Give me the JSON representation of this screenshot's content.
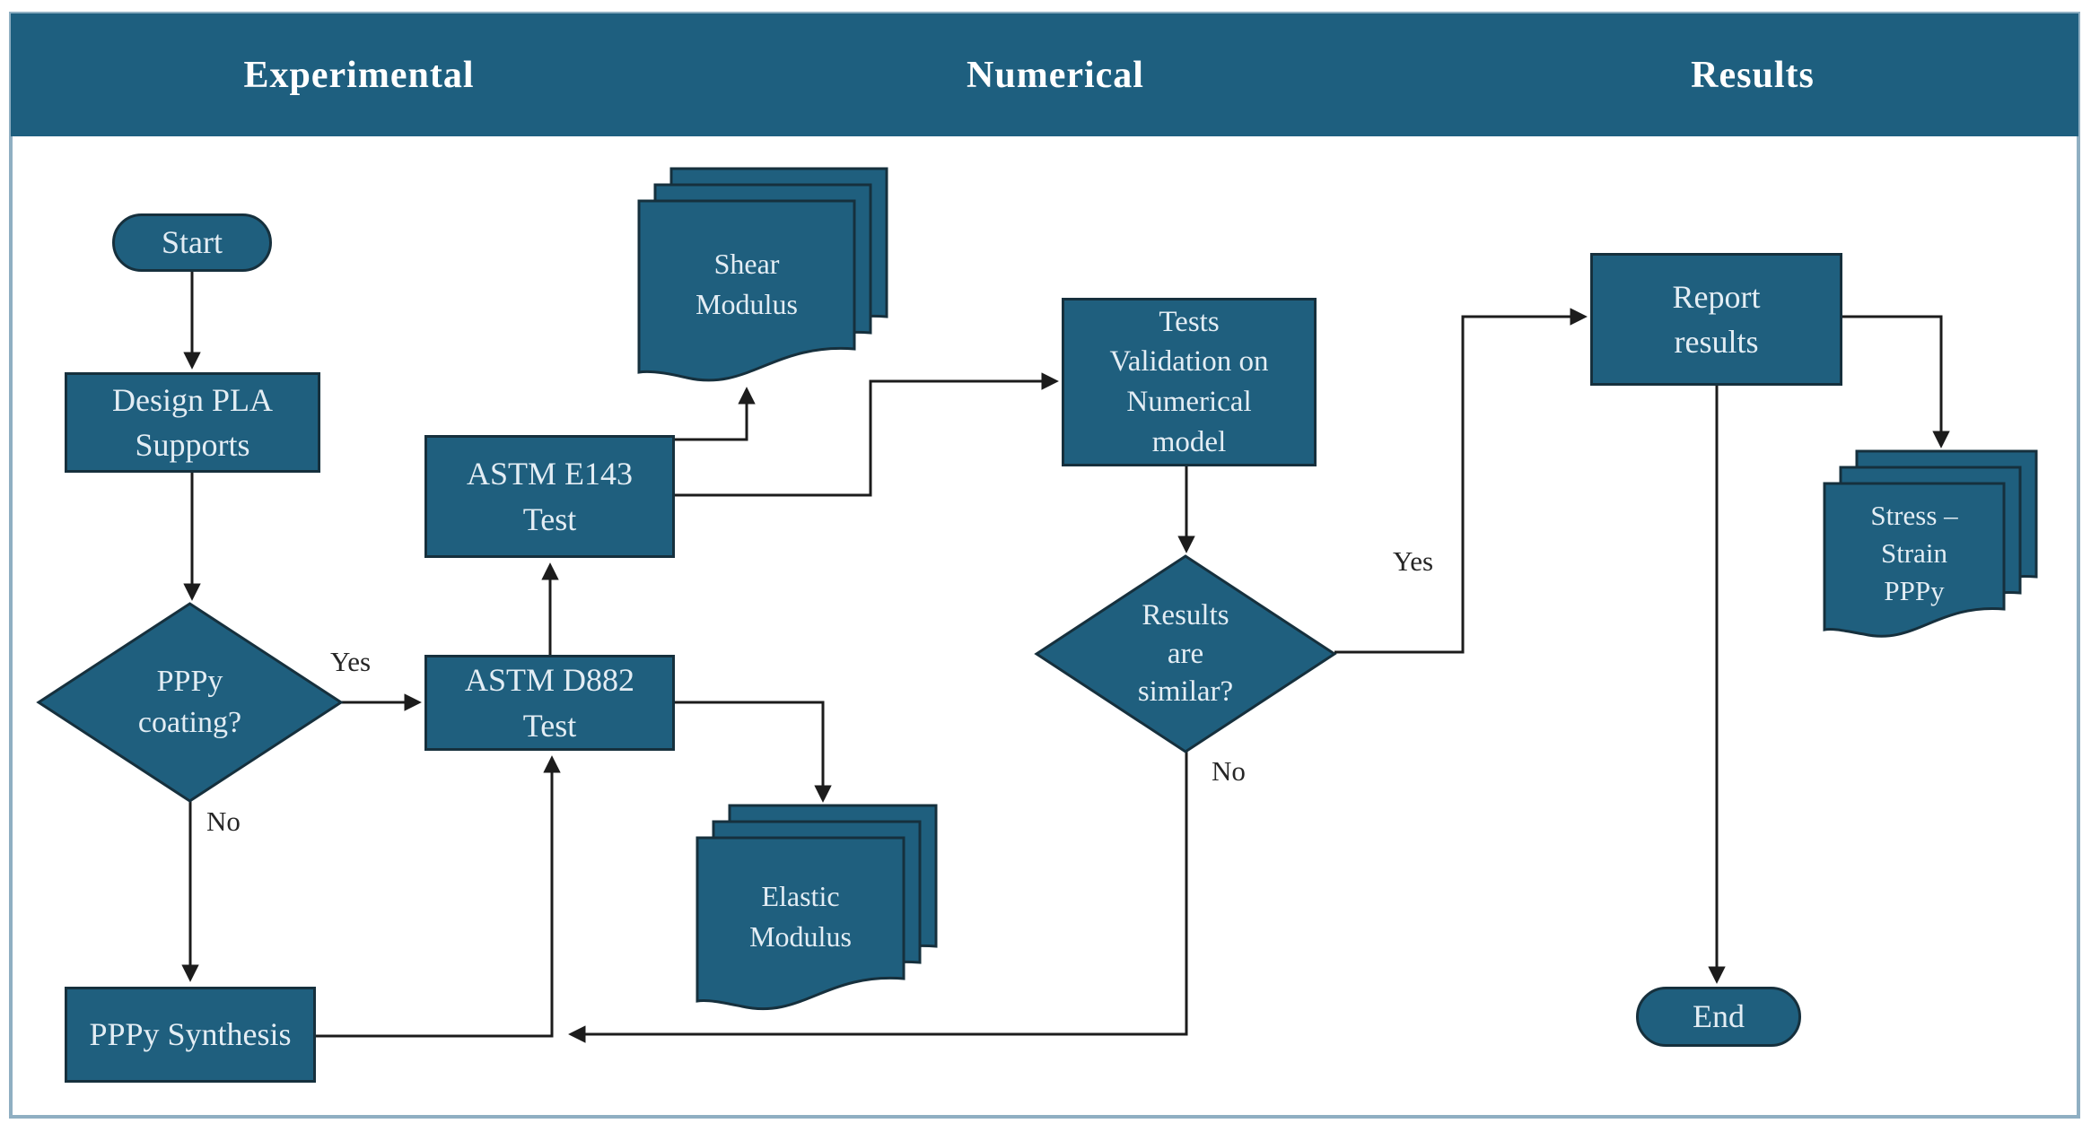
{
  "title_bar": {
    "columns": [
      "Experimental",
      "Numerical",
      "Results"
    ]
  },
  "nodes": {
    "start": "Start",
    "design_pla": "Design PLA\nSupports",
    "pppy_coating": "PPPy\ncoating?",
    "pppy_synthesis": "PPPy Synthesis",
    "astm_e143": "ASTM E143\nTest",
    "astm_d882": "ASTM D882\nTest",
    "shear_modulus": "Shear\nModulus",
    "elastic_modulus": "Elastic\nModulus",
    "tests_validation": "Tests\nValidation on\nNumerical\nmodel",
    "results_similar": "Results\nare\nsimilar?",
    "report_results": "Report\nresults",
    "stress_strain": "Stress –\nStrain\nPPPy",
    "end": "End"
  },
  "edge_labels": {
    "coating_yes": "Yes",
    "coating_no": "No",
    "similar_yes": "Yes",
    "similar_no": "No"
  },
  "colors": {
    "header_bg": "#1e5f7f",
    "shape_fill": "#1f5f7e",
    "shape_border": "#16303d",
    "shape_text": "#e3edf4",
    "frame_border": "#8fafc2",
    "arrow": "#1c1c1c",
    "edge_label_text": "#262626"
  }
}
